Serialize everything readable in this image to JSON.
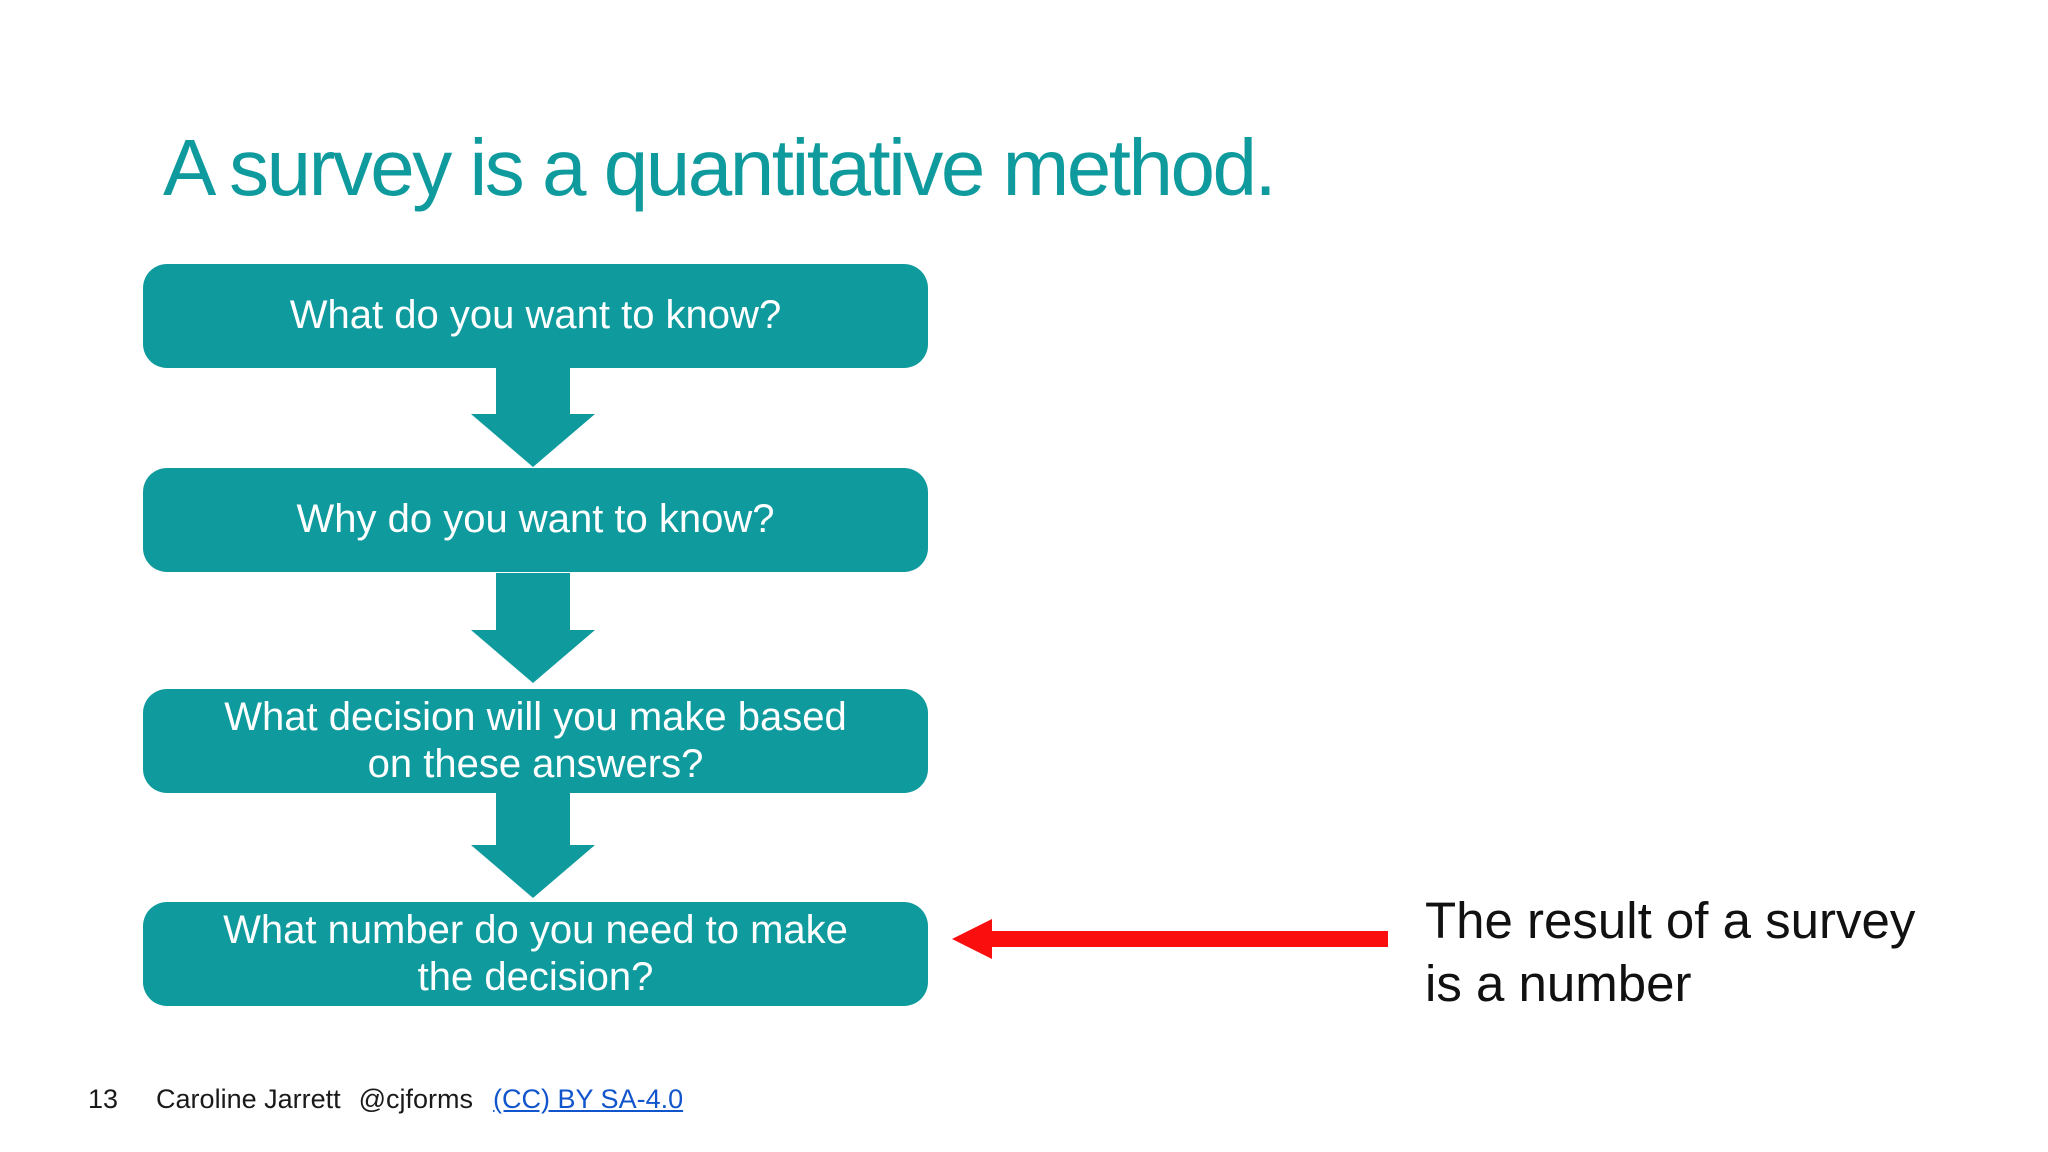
{
  "slide": {
    "title": "A survey is a quantitative method.",
    "flowchart": {
      "steps": [
        {
          "label": "What do you want to know?"
        },
        {
          "label": "Why do you want to know?"
        },
        {
          "label": "What decision will you make based on these answers?"
        },
        {
          "label": "What number do you need to make the decision?"
        }
      ],
      "connector_icon": "down-block-arrow"
    },
    "annotation": {
      "arrow_icon": "left-red-arrow",
      "line1": "The result of a survey",
      "line2": "is a number"
    },
    "footer": {
      "page_number": "13",
      "author": "Caroline Jarrett",
      "handle": "@cjforms",
      "license_link": "(CC) BY SA-4.0"
    },
    "colors": {
      "teal": "#0f9b9d",
      "red": "#fb0e0e",
      "link_blue": "#1155cc",
      "box_text": "#ffffff",
      "annotation_text": "#111111",
      "background": "#ffffff"
    }
  }
}
